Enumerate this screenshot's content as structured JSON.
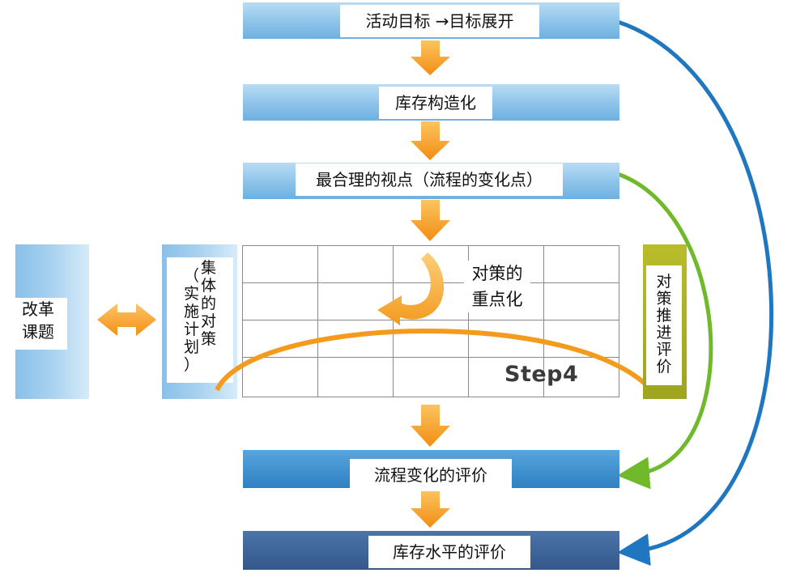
{
  "flow_boxes": [
    {
      "id": "goal",
      "label": "活动目标 →目标展开"
    },
    {
      "id": "inventory-structure",
      "label": "库存构造化"
    },
    {
      "id": "rational-view",
      "label": "最合理的视点（流程的变化点）"
    },
    {
      "id": "process-eval",
      "label": "流程变化的评价"
    },
    {
      "id": "inventory-eval",
      "label": "库存水平的评价"
    }
  ],
  "left_box": {
    "line1": "改革",
    "line2": "课题"
  },
  "collective_measures": {
    "main": [
      "集",
      "体",
      "的",
      "对",
      "策"
    ],
    "paren": [
      "（",
      "实",
      "施",
      "计",
      "划",
      "）"
    ]
  },
  "measures_focus": {
    "line1": "对策的",
    "line2": "重点化"
  },
  "measures_eval": {
    "chars": [
      "对",
      "策",
      "推",
      "进",
      "评",
      "价"
    ]
  },
  "step_label": "Step4",
  "colors": {
    "arrow_orange": "#f49a1c",
    "loop_green": "#6fb92a",
    "loop_blue": "#1f77c0"
  }
}
